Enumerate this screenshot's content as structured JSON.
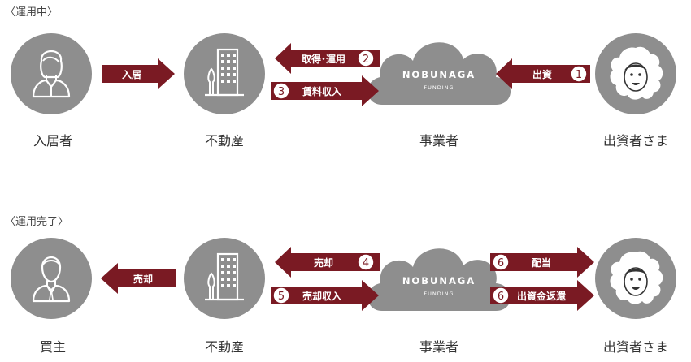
{
  "colors": {
    "circle": "#8e8e8e",
    "arrow": "#7a1a23",
    "cloud": "#8e8e8e",
    "white": "#ffffff"
  },
  "section_operating": {
    "title": "〈運用中〉",
    "nodes": {
      "tenant": "入居者",
      "property": "不動産",
      "operator": "事業者",
      "investor": "出資者さま"
    },
    "arrows": {
      "move_in": "入居",
      "acquire_operate": "取得･運用",
      "rent_income": "賃料収入",
      "invest": "出資"
    },
    "steps": {
      "one": "1",
      "two": "2",
      "three": "3"
    }
  },
  "section_completed": {
    "title": "〈運用完了〉",
    "nodes": {
      "buyer": "買主",
      "property": "不動産",
      "operator": "事業者",
      "investor": "出資者さま"
    },
    "arrows": {
      "sale_to_buyer": "売却",
      "sale": "売却",
      "sale_income": "売却収入",
      "dividend": "配当",
      "capital_return": "出資金返還"
    },
    "steps": {
      "four": "4",
      "five": "5",
      "six_a": "6",
      "six_b": "6"
    }
  },
  "logo": {
    "name": "NOBUNAGA",
    "sub": "FUNDING"
  },
  "icons": {
    "tenant": "woman-avatar-icon",
    "buyer": "businessman-avatar-icon",
    "property": "building-icon",
    "investor": "curly-hair-face-icon",
    "operator": "cloud-logo-icon"
  }
}
